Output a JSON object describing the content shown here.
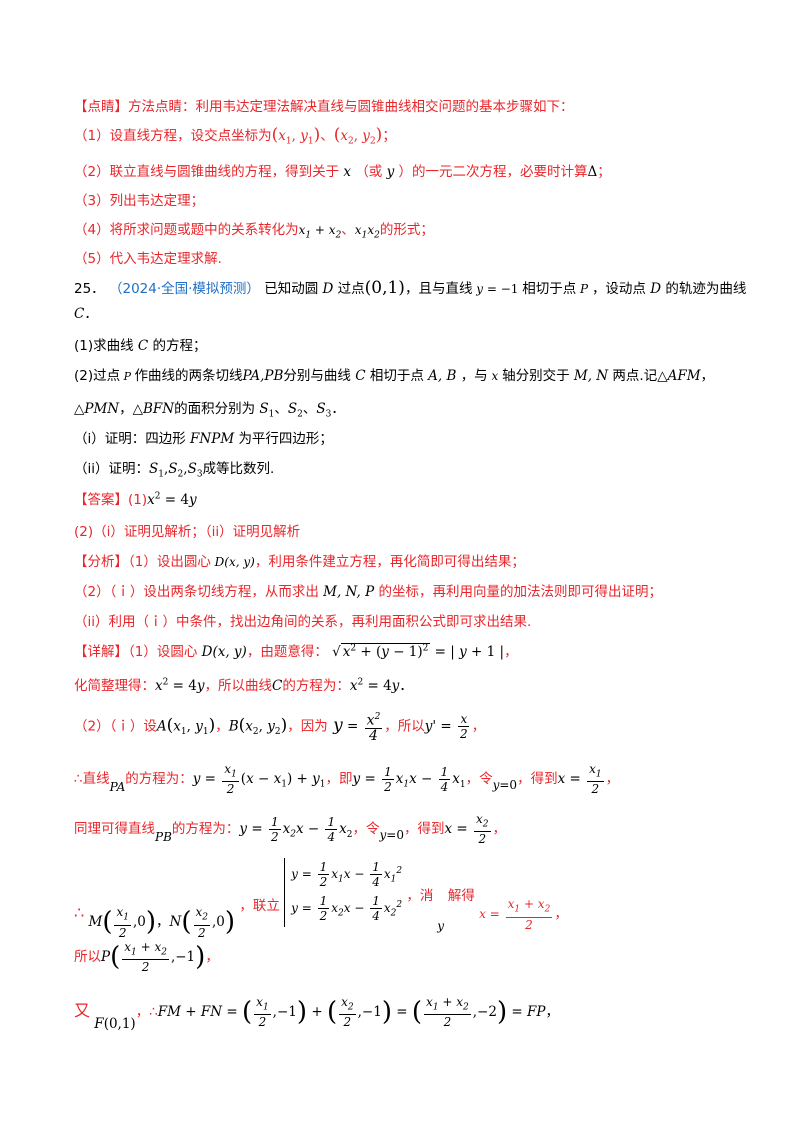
{
  "dianjing": {
    "title": "【点睛】方法点睛：利用韦达定理法解决直线与圆锥曲线相交问题的基本步骤如下：",
    "step1": "（1）设直线方程，设交点坐标为",
    "step1_tail": "；",
    "step2a": "（2）联立直线与圆锥曲线的方程，得到关于",
    "step2b": "（或",
    "step2c": "）的一元二次方程，必要时计算",
    "step2d": "；",
    "step3": "（3）列出韦达定理；",
    "step4a": "（4）将所求问题或题中的关系转化为",
    "step4b": "的形式；",
    "step5": "（5）代入韦达定理求解."
  },
  "problem": {
    "number": "25．",
    "source": "（2024·全国·模拟预测）",
    "text1": "已知动圆",
    "text2": "过点",
    "text3": "，且与直线",
    "text4": "相切于点",
    "text5": "，设动点",
    "text6": "的轨迹为曲线",
    "line2_end": "．",
    "q1": "(1)求曲线",
    "q1_end": "的方程；",
    "q2a": "(2)过点",
    "q2b": "作曲线的两条切线",
    "q2c": "分别与曲线",
    "q2d": "相切于点",
    "q2e": "，与",
    "q2f": "轴分别交于",
    "q2g": "两点.记",
    "q2h": "，",
    "q2i": "，",
    "q2j": "的面积分别为",
    "q2k": "．",
    "qi": "（i）证明：四边形",
    "qi_end": "为平行四边形；",
    "qii": "（ii）证明：",
    "qii_end": "成等比数列."
  },
  "answer": {
    "label": "【答案】",
    "a1": "(1)",
    "a2": "(2)（i）证明见解析；（ii）证明见解析"
  },
  "analysis": {
    "label": "【分析】",
    "l1a": "（1）设出圆心",
    "l1b": "，利用条件建立方程，再化简即可得出结果；",
    "l2a": "（2）（ｉ）设出两条切线方程，从而求出",
    "l2b": "的坐标，再利用向量的加法法则即可得出证明；",
    "l3": "（ii）利用（ｉ）中条件，找出边角间的关系，再利用面积公式即可求出结果."
  },
  "detail": {
    "label": "【详解】",
    "d1a": "（1）设圆心",
    "d1b": "，由题意得：",
    "d2a": "化简整理得：",
    "d2b": "，所以曲线",
    "d2c": "的方程为：",
    "d3a": "（2）（ｉ）设",
    "d3b": "，",
    "d3c": "，因为",
    "d3d": "，所以",
    "d4a": "∴直线",
    "d4b": "的方程为：",
    "d4c": "，即",
    "d4d": "，令",
    "d4e": "，得到",
    "d5a": "同理可得直线",
    "d5b": "的方程为：",
    "d5c": "，令",
    "d5d": "，得到",
    "d6a": "∴",
    "d6b": "，联立",
    "d6c": "，消",
    "d6d": "解得",
    "d7a": "所以",
    "d8a": "又",
    "d8b": "，∴"
  }
}
